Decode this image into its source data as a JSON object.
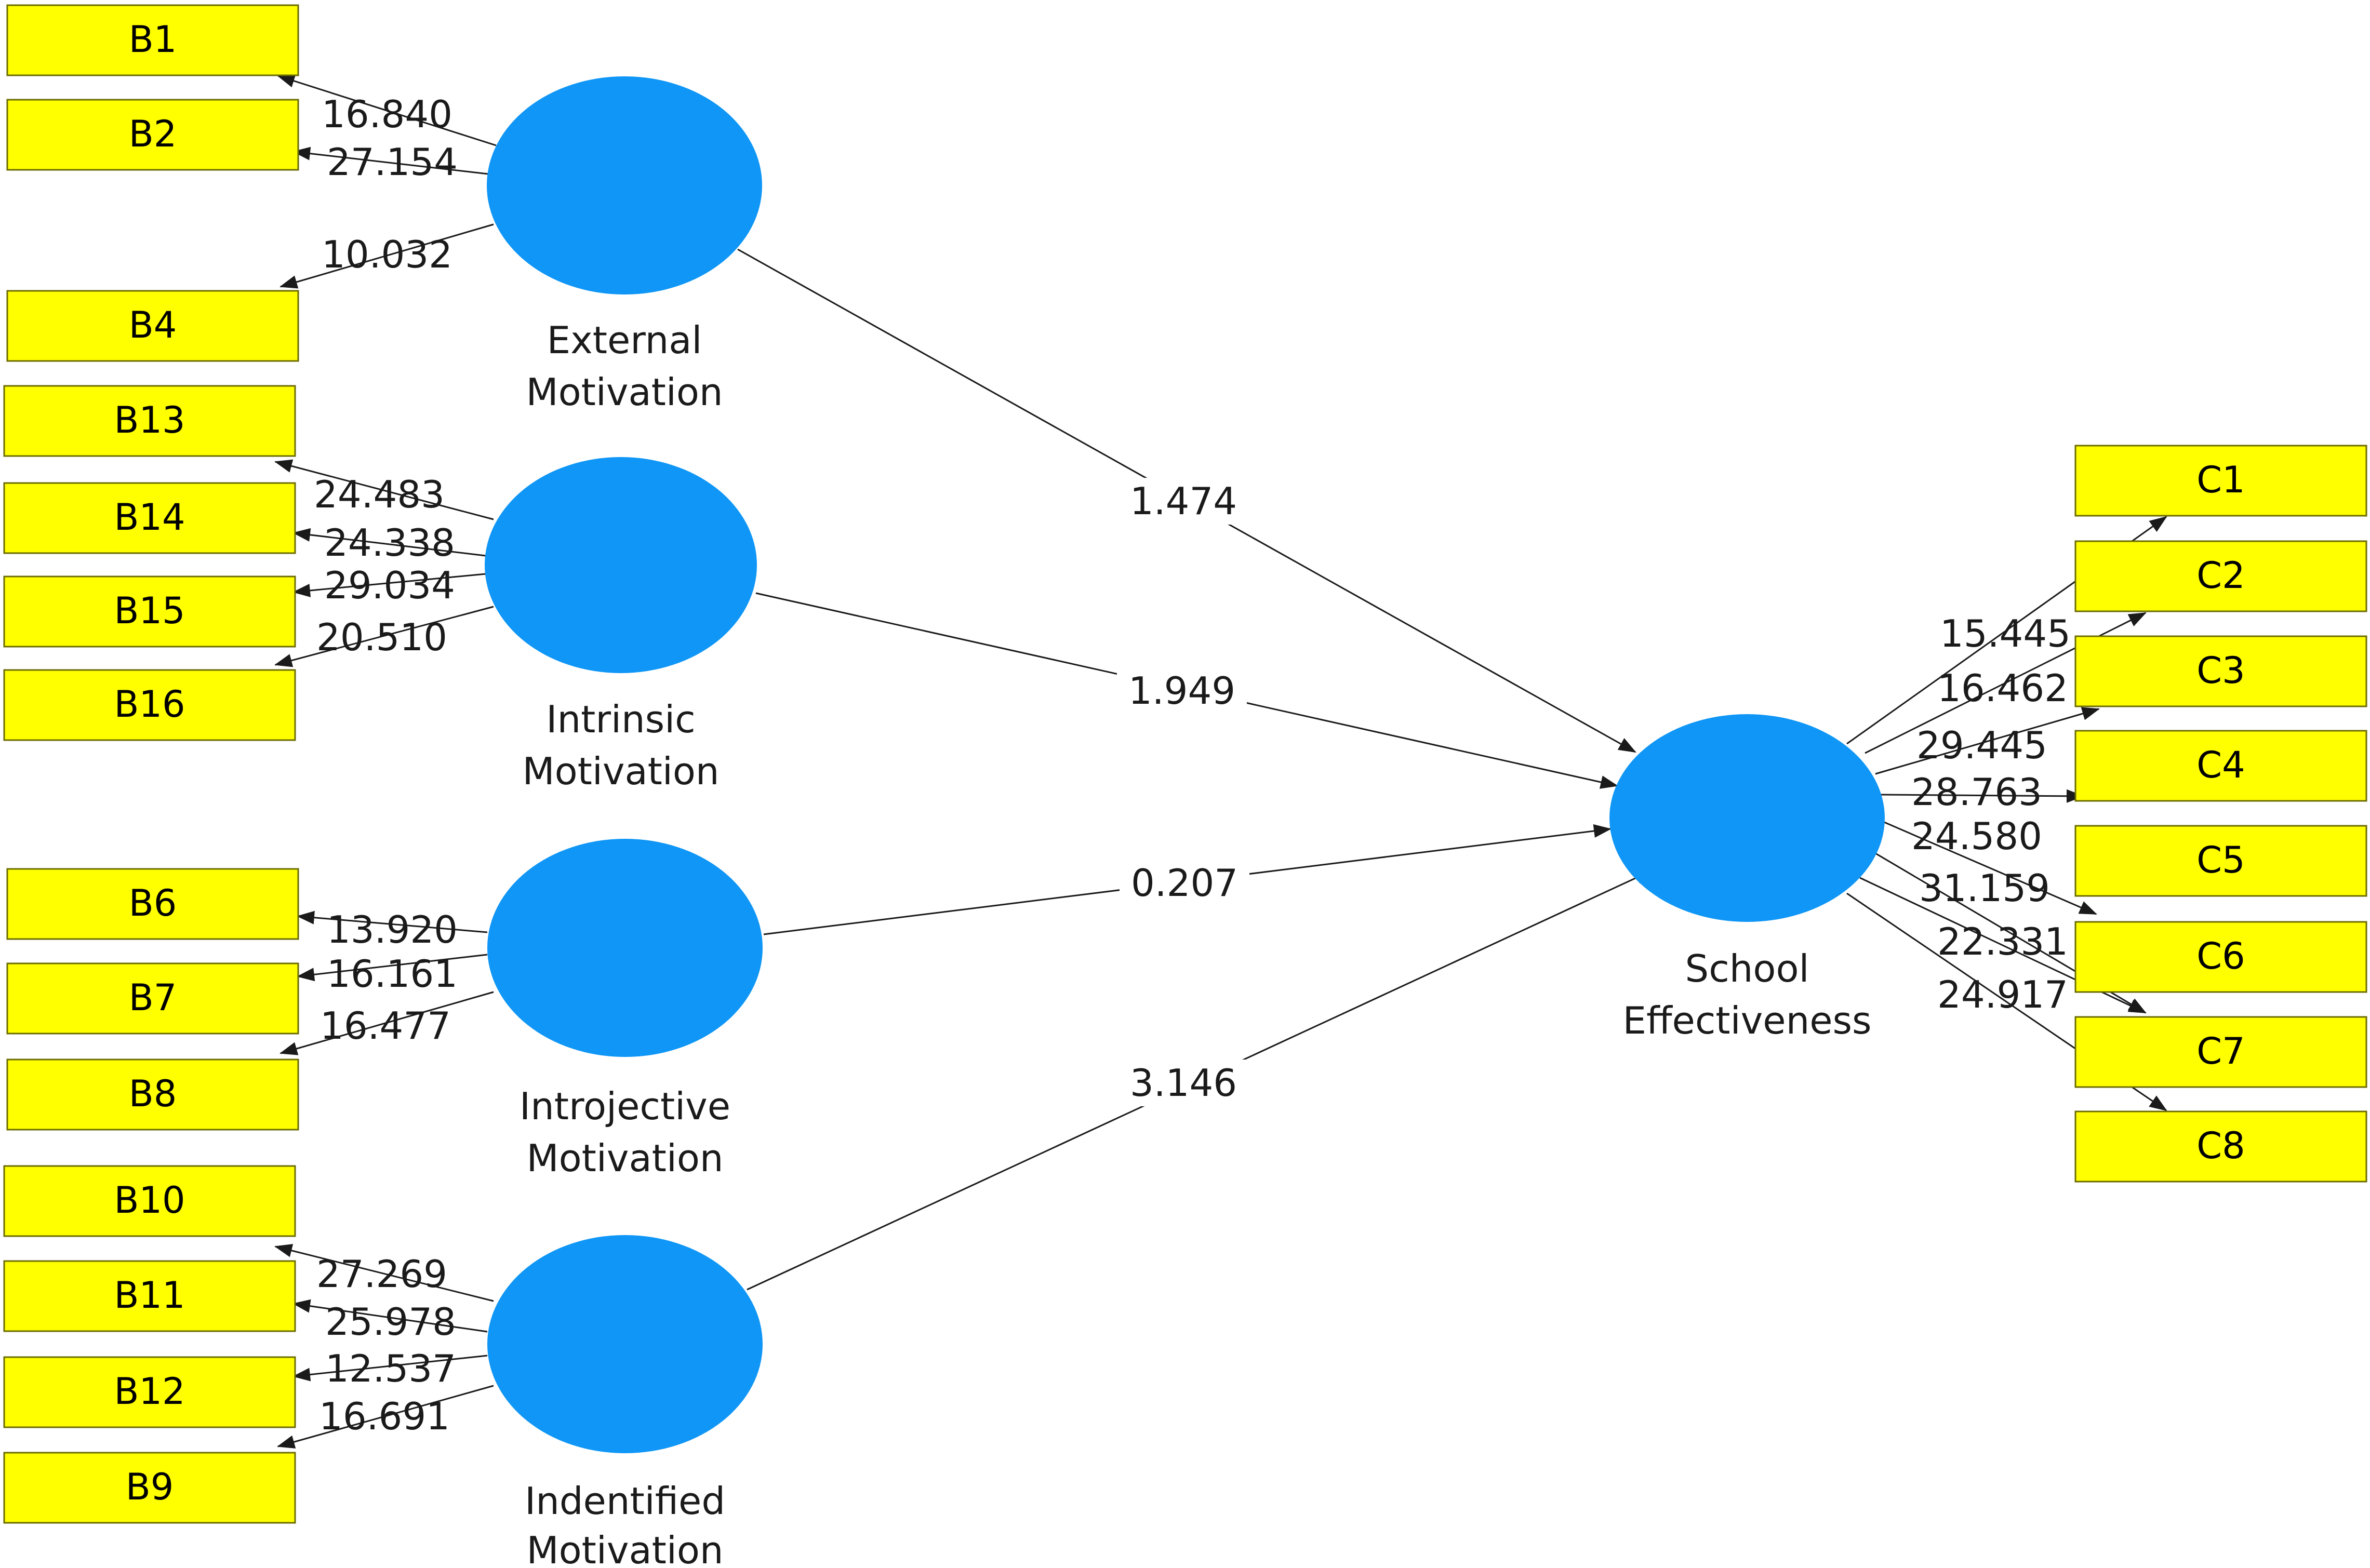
{
  "constructs": {
    "external": {
      "line1": "External",
      "line2": "Motivation"
    },
    "intrinsic": {
      "line1": "Intrinsic",
      "line2": "Motivation"
    },
    "introjective": {
      "line1": "Introjective",
      "line2": "Motivation"
    },
    "identified": {
      "line1": "Indentified",
      "line2": "Motivation"
    },
    "school": {
      "line1": "School",
      "line2": "Effectiveness"
    }
  },
  "indicators": {
    "external": [
      {
        "label": "B1",
        "weight": "16.840"
      },
      {
        "label": "B2",
        "weight": "27.154"
      },
      {
        "label": "B4",
        "weight": "10.032"
      }
    ],
    "intrinsic": [
      {
        "label": "B13",
        "weight": "24.483"
      },
      {
        "label": "B14",
        "weight": "24.338"
      },
      {
        "label": "B15",
        "weight": "29.034"
      },
      {
        "label": "B16",
        "weight": "20.510"
      }
    ],
    "introjective": [
      {
        "label": "B6",
        "weight": "13.920"
      },
      {
        "label": "B7",
        "weight": "16.161"
      },
      {
        "label": "B8",
        "weight": "16.477"
      }
    ],
    "identified": [
      {
        "label": "B10",
        "weight": "27.269"
      },
      {
        "label": "B11",
        "weight": "25.978"
      },
      {
        "label": "B12",
        "weight": "12.537"
      },
      {
        "label": "B9",
        "weight": "16.691"
      }
    ],
    "school": [
      {
        "label": "C1",
        "weight": "15.445"
      },
      {
        "label": "C2",
        "weight": "16.462"
      },
      {
        "label": "C3",
        "weight": "29.445"
      },
      {
        "label": "C4",
        "weight": "28.763"
      },
      {
        "label": "C5",
        "weight": "24.580"
      },
      {
        "label": "C6",
        "weight": "31.159"
      },
      {
        "label": "C7",
        "weight": "22.331"
      },
      {
        "label": "C8",
        "weight": "24.917"
      }
    ]
  },
  "paths": {
    "external": "1.474",
    "intrinsic": "1.949",
    "introjective": "0.207",
    "identified": "3.146"
  },
  "colors": {
    "construct_fill": "#0f96f6",
    "indicator_fill": "#ffff00",
    "line": "#1a1a1a"
  }
}
